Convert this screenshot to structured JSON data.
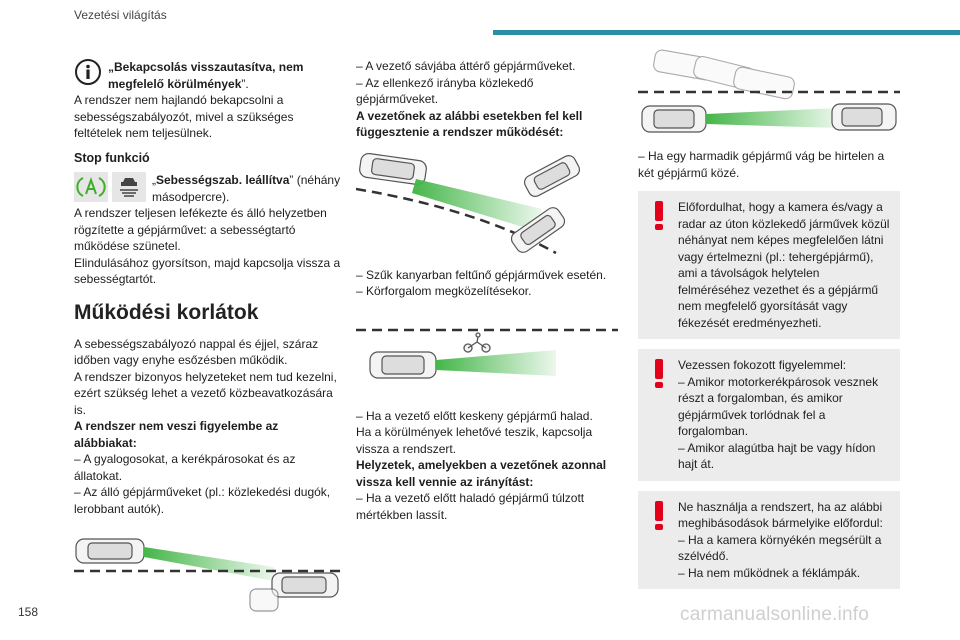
{
  "header": {
    "title": "Vezetési világítás",
    "accent_color": "#2a8fa3"
  },
  "page_number": "158",
  "watermark": "carmanualsonline.info",
  "col1": {
    "info_title_bold": "„Bekapcsolás visszautasítva, nem megfelelő körülmények",
    "info_title_tail": "”.",
    "info_body": "A rendszer nem hajlandó bekapcsolni a sebességszabályozót, mivel a szükséges feltételek nem teljesülnek.",
    "stop_heading": "Stop funkció",
    "stop_msg_open": "„",
    "stop_msg_bold": "Sebességszab. leállítva",
    "stop_msg_tail": "” (néhány másodpercre).",
    "stop_body": "A rendszer teljesen lefékezte és álló helyzetben rögzítette a gépjárművet: a sebességtartó működése szünetel.",
    "stop_body2": "Elindulásához gyorsítson, majd kapcsolja vissza a sebességtartót.",
    "limits_title": "Működési korlátok",
    "limits_body1": "A sebességszabályozó nappal és éjjel, száraz időben vagy enyhe esőzésben működik.",
    "limits_body2": "A rendszer bizonyos helyzeteket nem tud kezelni, ezért szükség lehet a vezető közbeavatkozására is.",
    "limits_bold": "A rendszer nem veszi figyelembe az alábbiakat:",
    "limits_items": [
      "– A gyalogosokat, a kerékpárosokat és az állatokat.",
      "– Az álló gépjárműveket (pl.: közlekedési dugók, lerobbant autók)."
    ]
  },
  "col2": {
    "items_top": [
      "– A vezető sávjába áttérő gépjárműveket.",
      "– Az ellenkező irányba közlekedő gépjárműveket."
    ],
    "bold_suspend": "A vezetőnek az alábbi esetekben fel kell függesztenie a rendszer működését:",
    "items_mid": [
      "– Szűk kanyarban feltűnő gépjárművek esetén.",
      "– Körforgalom megközelítésekor."
    ],
    "item_slow": "– Ha a vezető előtt keskeny gépjármű halad.",
    "reactivate": "Ha a körülmények lehetővé teszik, kapcsolja vissza a rendszert.",
    "bold_takeover": "Helyzetek, amelyekben a vezetőnek azonnal vissza kell vennie az irányítást:",
    "item_brake": "– Ha a vezető előtt haladó gépjármű túlzott mértékben lassít."
  },
  "col3": {
    "item_cutin": "– Ha egy harmadik gépjármű vág be hirtelen a két gépjármű közé.",
    "warn1": "Előfordulhat, hogy a kamera és/vagy a radar az úton közlekedő járművek közül néhányat nem képes megfelelően látni vagy értelmezni (pl.: tehergépjármű), ami a távolságok helytelen felméréséhez vezethet és a gépjármű nem megfelelő gyorsítását vagy fékezését eredményezheti.",
    "warn2_head": "Vezessen fokozott figyelemmel:",
    "warn2_items": [
      "– Amikor motorkerékpárosok vesznek részt a forgalomban, és amikor gépjárművek torlódnak fel a forgalomban.",
      "– Amikor alagútba hajt be vagy hídon hajt át."
    ],
    "warn3": "Ne használja a rendszert, ha az alábbi meghibásodások bármelyike előfordul:",
    "warn3_items": [
      "– Ha a kamera környékén megsérült a szélvédő.",
      "– Ha nem működnek a féklámpák."
    ],
    "warn_color": "#e2001a"
  }
}
